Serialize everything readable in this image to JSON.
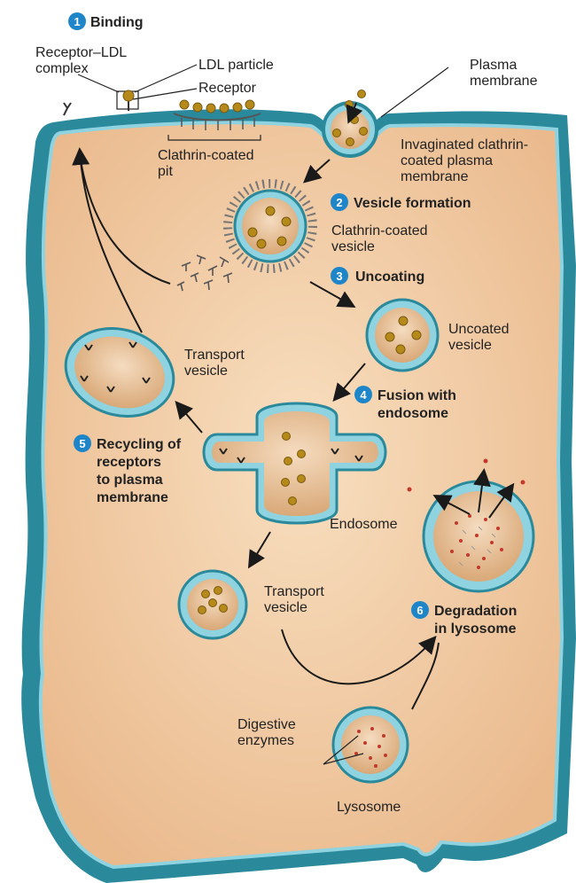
{
  "colors": {
    "membrane_outer": "#2a8a9c",
    "membrane_inner": "#8fd3e0",
    "cytoplasm": "#f3d2ad",
    "badge": "#1e86c8",
    "ldl": "#b58a1a",
    "enzyme": "#c0392b"
  },
  "steps": [
    {
      "number": "1",
      "title": "Binding"
    },
    {
      "number": "2",
      "title": "Vesicle formation"
    },
    {
      "number": "3",
      "title": "Uncoating"
    },
    {
      "number": "4",
      "title_lines": [
        "Fusion with",
        "endosome"
      ]
    },
    {
      "number": "5",
      "title_lines": [
        "Recycling of",
        "receptors",
        "to plasma",
        "membrane"
      ]
    },
    {
      "number": "6",
      "title_lines": [
        "Degradation",
        "in lysosome"
      ]
    }
  ],
  "labels": {
    "receptor_ldl_complex": [
      "Receptor–LDL",
      "complex"
    ],
    "ldl_particle": "LDL particle",
    "receptor": "Receptor",
    "plasma_membrane": [
      "Plasma",
      "membrane"
    ],
    "clathrin_coated_pit": [
      "Clathrin-coated",
      "pit"
    ],
    "invaginated": [
      "Invaginated clathrin-",
      "coated plasma",
      "membrane"
    ],
    "clathrin_coated_vesicle": [
      "Clathrin-coated",
      "vesicle"
    ],
    "uncoated_vesicle": [
      "Uncoated",
      "vesicle"
    ],
    "transport_vesicle_top": [
      "Transport",
      "vesicle"
    ],
    "endosome": "Endosome",
    "transport_vesicle_bottom": [
      "Transport",
      "vesicle"
    ],
    "digestive_enzymes": [
      "Digestive",
      "enzymes"
    ],
    "lysosome": "Lysosome"
  }
}
